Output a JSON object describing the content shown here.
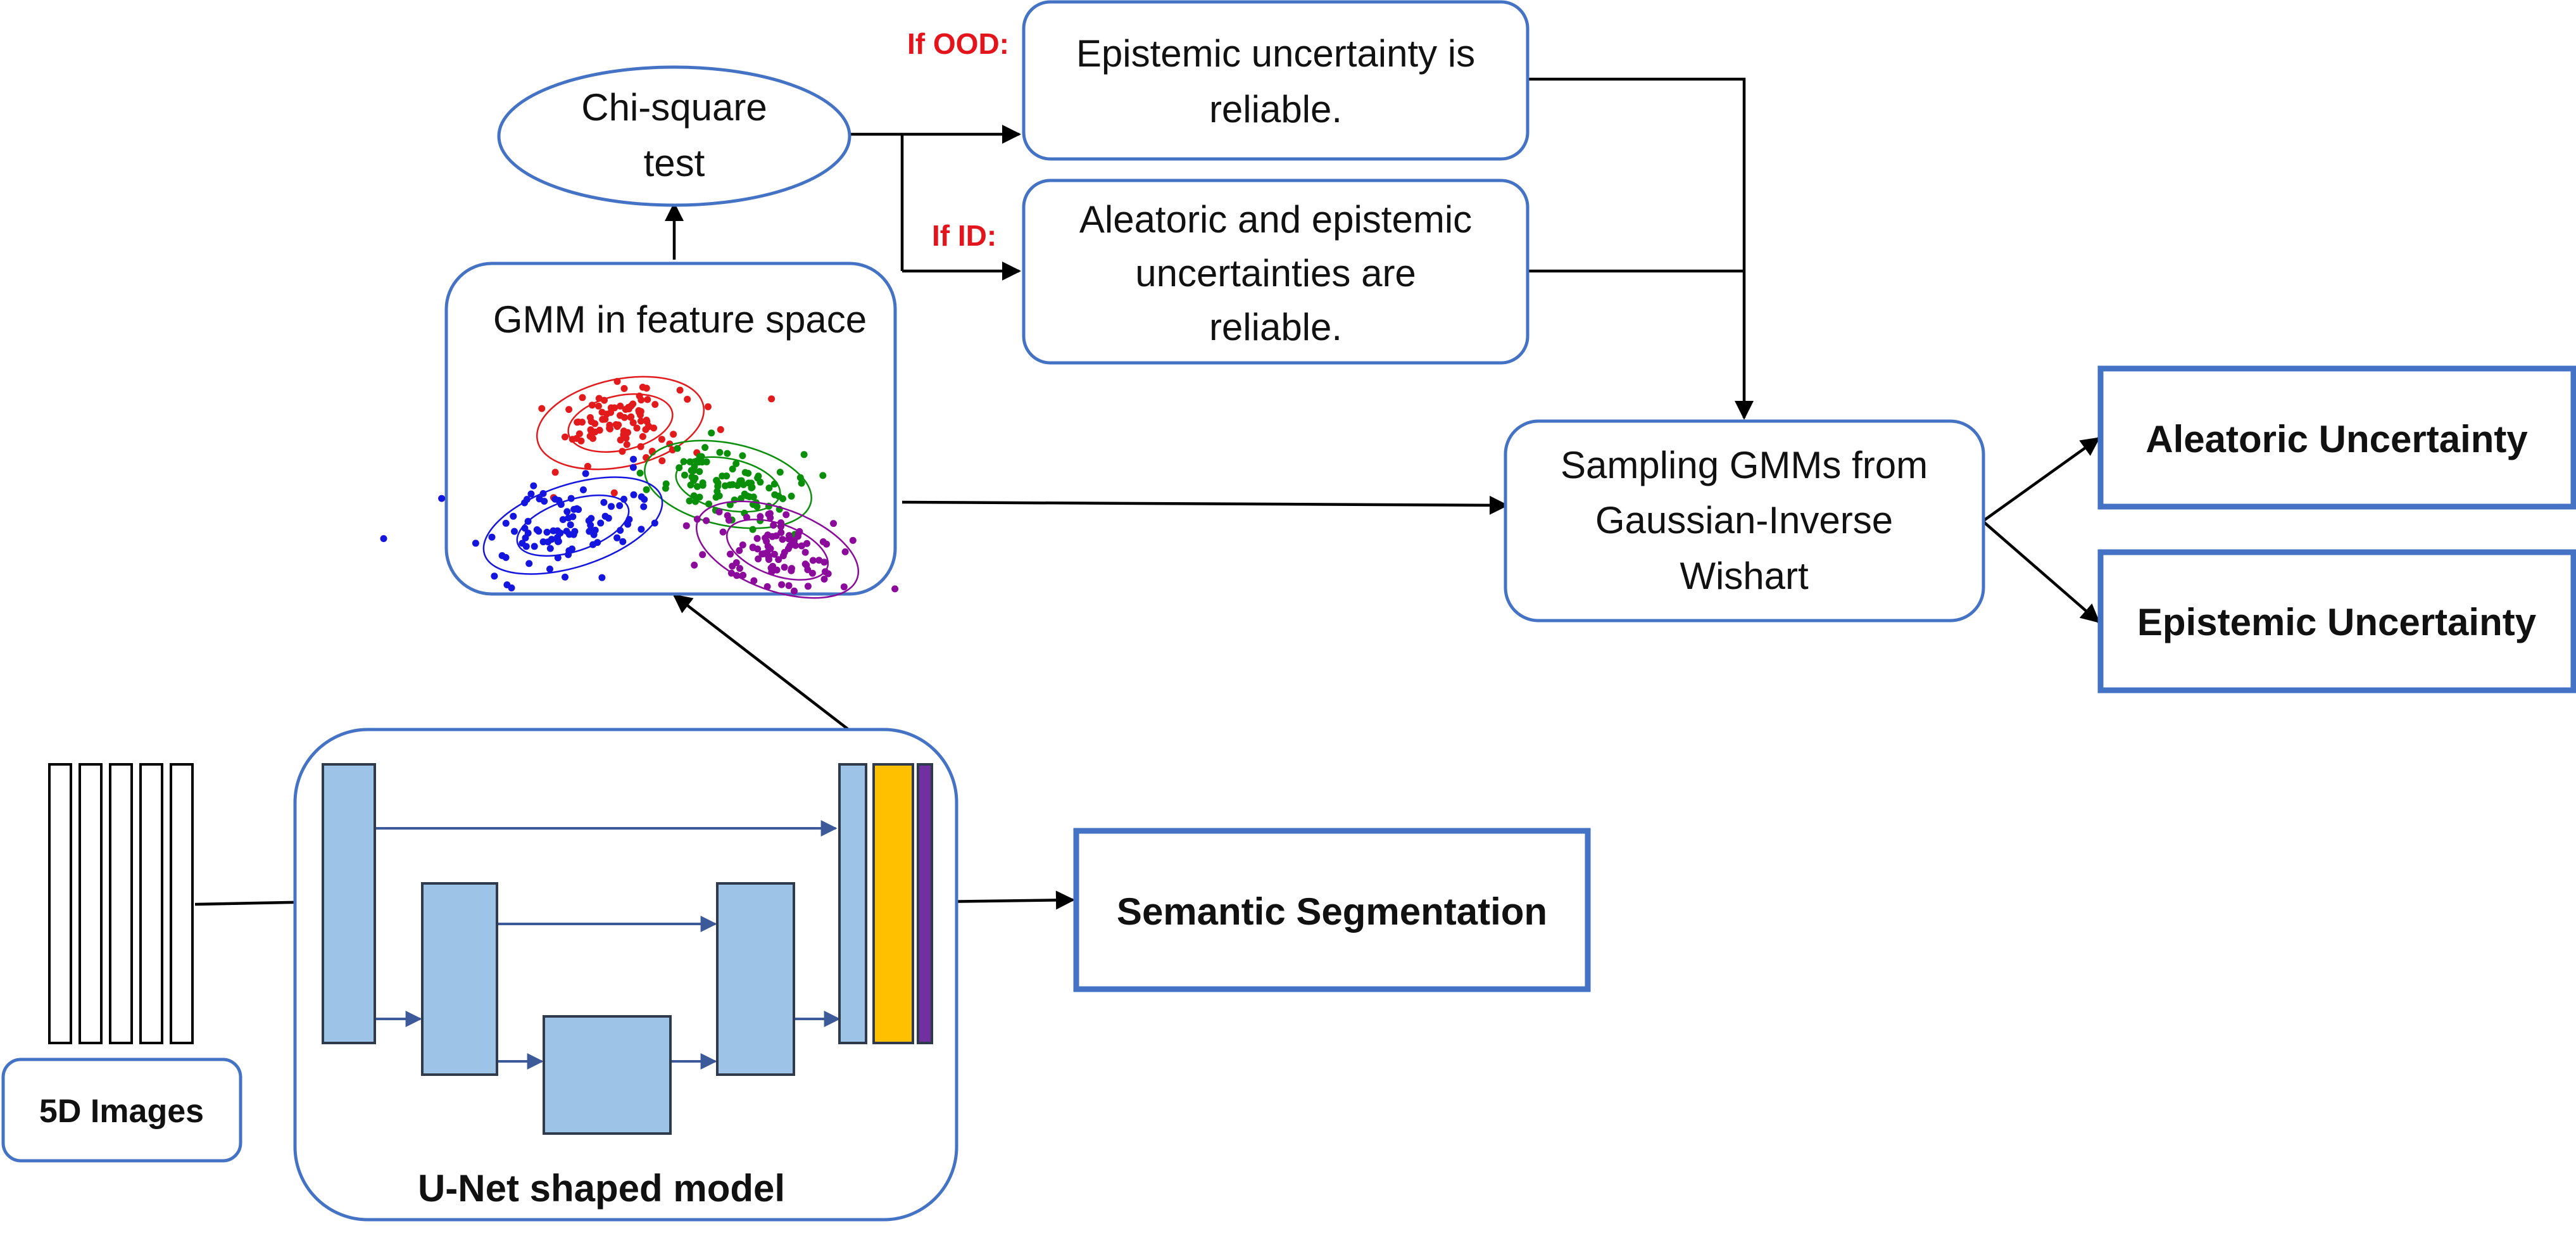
{
  "nodes": {
    "chi_square": {
      "lines": [
        "Chi-square",
        "test"
      ]
    },
    "gmm": {
      "title": "GMM in feature space"
    },
    "epistemic_reliable": {
      "lines": [
        "Epistemic uncertainty is",
        "reliable."
      ]
    },
    "both_reliable": {
      "lines": [
        "Aleatoric and epistemic",
        "uncertainties are",
        "reliable."
      ]
    },
    "sampling": {
      "lines": [
        "Sampling GMMs from",
        "Gaussian-Inverse",
        "Wishart"
      ]
    },
    "aleatoric_out": {
      "label": "Aleatoric Uncertainty"
    },
    "epistemic_out": {
      "label": "Epistemic Uncertainty"
    },
    "semantic_out": {
      "label": "Semantic Segmentation"
    },
    "images": {
      "label": "5D Images"
    },
    "unet": {
      "label": "U-Net shaped model"
    }
  },
  "branch_labels": {
    "ood": "If OOD:",
    "id": "If ID:"
  },
  "colors": {
    "box_border": "#4472c4",
    "unet_block": "#9dc3e6",
    "unet_block_border": "#2f3b4c",
    "orange_layer": "#ffc000",
    "purple_layer": "#7030a0",
    "skip_arrow": "#3c5a99",
    "flow_arrow": "#000000",
    "branch_label": "#e3141b",
    "clusters": [
      "#e31a1c",
      "#0a8f0a",
      "#1515e0",
      "#8b0a9b"
    ]
  }
}
